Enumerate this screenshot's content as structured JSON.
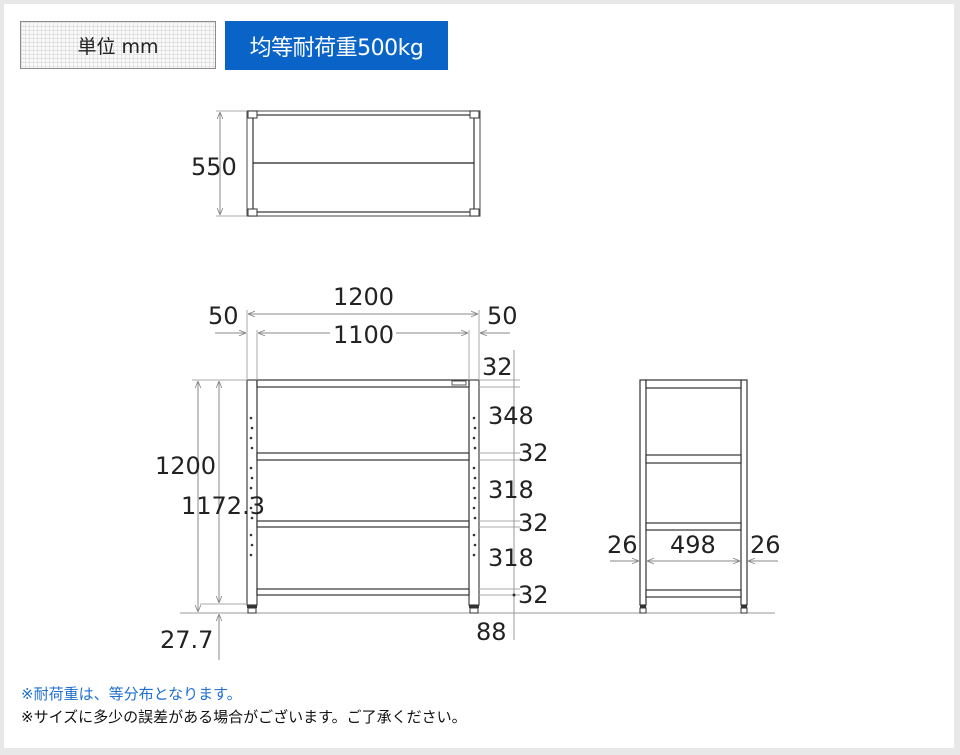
{
  "header": {
    "unit_label": "単位 mm",
    "load_label": "均等耐荷重500kg",
    "load_color": "#0a64c8"
  },
  "top_view": {
    "depth": "550"
  },
  "front_view": {
    "overall_width": "1200",
    "inner_width": "1100",
    "left_post": "50",
    "right_post": "50",
    "overall_height": "1200",
    "frame_height": "1172.3",
    "foot_height": "27.7",
    "shelf_thickness_1": "32",
    "gap_1": "348",
    "shelf_thickness_2": "32",
    "gap_2": "318",
    "shelf_thickness_3": "32",
    "gap_3": "318",
    "shelf_thickness_4": "32",
    "bottom_clearance": "88"
  },
  "side_view": {
    "left_post": "26",
    "inner_depth": "498",
    "right_post": "26"
  },
  "notes": [
    "※耐荷重は、等分布となります。",
    "※サイズに多少の誤差がある場合がございます。ご了承ください。"
  ]
}
